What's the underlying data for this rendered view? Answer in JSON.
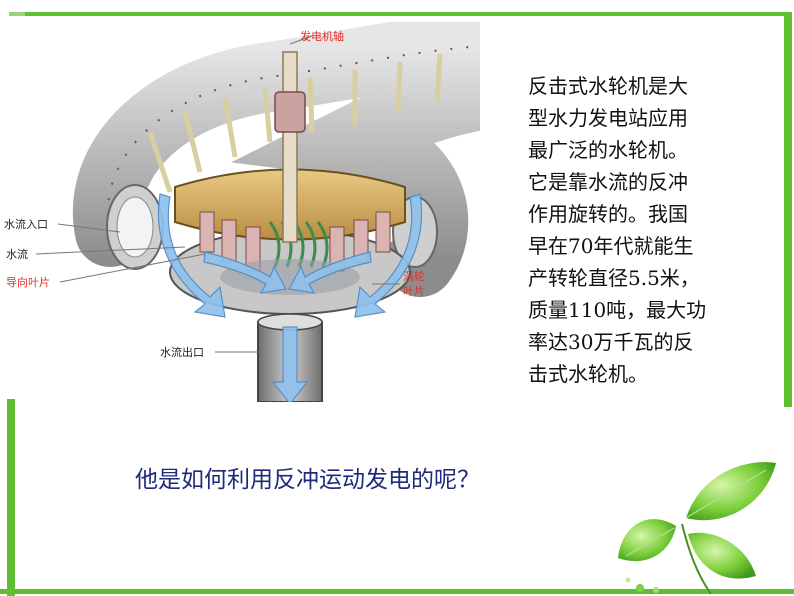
{
  "diagram": {
    "labels": {
      "shaft": "发电机轴",
      "inlet": "水流入口",
      "flow": "水流",
      "guide_vanes": "导向叶片",
      "turbine_blades_line1": "涡轮",
      "turbine_blades_line2": "叶片",
      "outlet": "水流出口"
    },
    "colors": {
      "red_label": "#e0312b",
      "black_label": "#222222",
      "arrow_blue": "#7fb7e6"
    }
  },
  "description": {
    "lines": [
      "反击式水轮机是大",
      "型水力发电站应用",
      "最广泛的水轮机。",
      "它是靠水流的反冲",
      "作用旋转的。我国",
      "早在70年代就能生",
      "产转轮直径5.5米，",
      "质量110吨，最大功",
      "率达30万千瓦的反",
      "击式水轮机。"
    ]
  },
  "question": "他是如何利用反冲运动发电的呢？",
  "theme": {
    "accent": "#5fbf32",
    "question_color": "#1f2a7a"
  },
  "decoration": {
    "icon": "green-leaves-icon"
  }
}
